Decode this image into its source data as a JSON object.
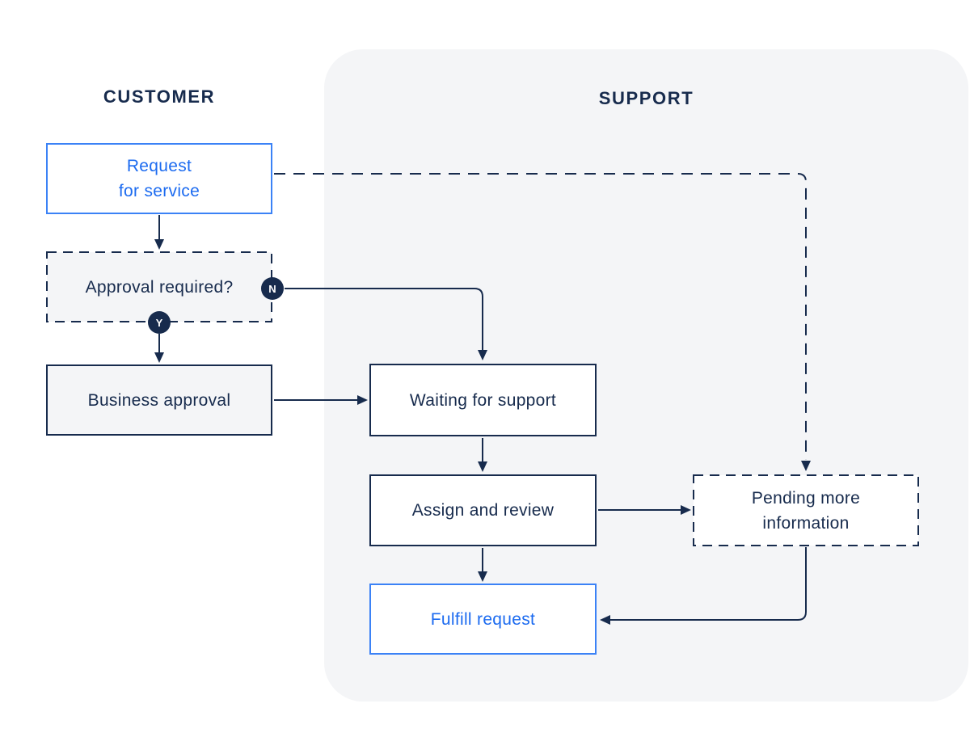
{
  "lanes": {
    "customer": {
      "label": "CUSTOMER"
    },
    "support": {
      "label": "SUPPORT"
    }
  },
  "nodes": {
    "request": {
      "line1": "Request",
      "line2": "for service"
    },
    "approval": {
      "label": "Approval required?"
    },
    "business": {
      "label": "Business approval"
    },
    "waiting": {
      "label": "Waiting for support"
    },
    "assign": {
      "label": "Assign and review"
    },
    "pending": {
      "line1": "Pending more",
      "line2": "information"
    },
    "fulfill": {
      "label": "Fulfill request"
    }
  },
  "badges": {
    "no": "N",
    "yes": "Y"
  },
  "colors": {
    "navy": "#172b4d",
    "blue": "#1c6bf0",
    "blue_border": "#3b82f6",
    "panel_bg": "#f4f5f7",
    "box_gray_bg": "#f4f5f7",
    "box_white_bg": "#ffffff",
    "page_bg": "#ffffff"
  }
}
